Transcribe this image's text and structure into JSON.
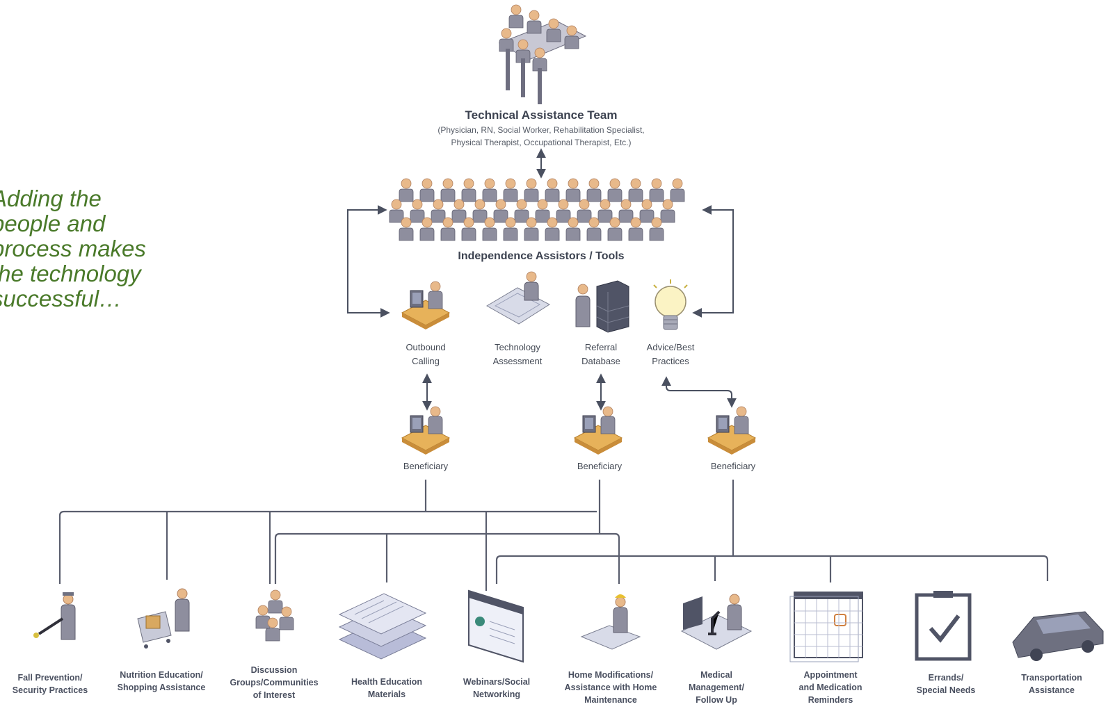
{
  "quote": {
    "lines": [
      "Adding the",
      "people and",
      "process makes",
      "the technology",
      "successful…"
    ]
  },
  "team": {
    "title": "Technical Assistance Team",
    "subtitle": "(Physician, RN, Social Worker, Rehabilitation Specialist,\nPhysical Therapist, Occupational Therapist, Etc.)"
  },
  "assistors": {
    "title": "Independence Assistors / Tools"
  },
  "tools": [
    {
      "label": "Outbound\nCalling",
      "icon": "person-at-computer-icon"
    },
    {
      "label": "Technology\nAssessment",
      "icon": "person-at-drafting-table-icon"
    },
    {
      "label": "Referral\nDatabase",
      "icon": "person-at-file-cabinet-icon"
    },
    {
      "label": "Advice/Best\nPractices",
      "icon": "lightbulb-icon"
    }
  ],
  "beneficiaries": [
    {
      "label": "Beneficiary",
      "icon": "person-at-computer-icon"
    },
    {
      "label": "Beneficiary",
      "icon": "person-at-computer-icon"
    },
    {
      "label": "Beneficiary",
      "icon": "person-at-computer-icon"
    }
  ],
  "services": [
    {
      "label": "Fall Prevention/\nSecurity Practices",
      "icon": "security-guard-icon"
    },
    {
      "label": "Nutrition Education/\nShopping Assistance",
      "icon": "shopping-cart-icon"
    },
    {
      "label": "Discussion\nGroups/Communities\nof Interest",
      "icon": "group-icon"
    },
    {
      "label": "Health Education\nMaterials",
      "icon": "document-stack-icon"
    },
    {
      "label": "Webinars/Social\nNetworking",
      "icon": "web-page-icon"
    },
    {
      "label": "Home Modifications/\nAssistance with Home\nMaintenance",
      "icon": "worker-blueprint-icon"
    },
    {
      "label": "Medical\nManagement/\nFollow Up",
      "icon": "microscope-icon"
    },
    {
      "label": "Appointment\nand Medication\nReminders",
      "icon": "calendar-icon"
    },
    {
      "label": "Errands/\nSpecial Needs",
      "icon": "clipboard-check-icon"
    },
    {
      "label": "Transportation\nAssistance",
      "icon": "car-icon"
    }
  ]
}
